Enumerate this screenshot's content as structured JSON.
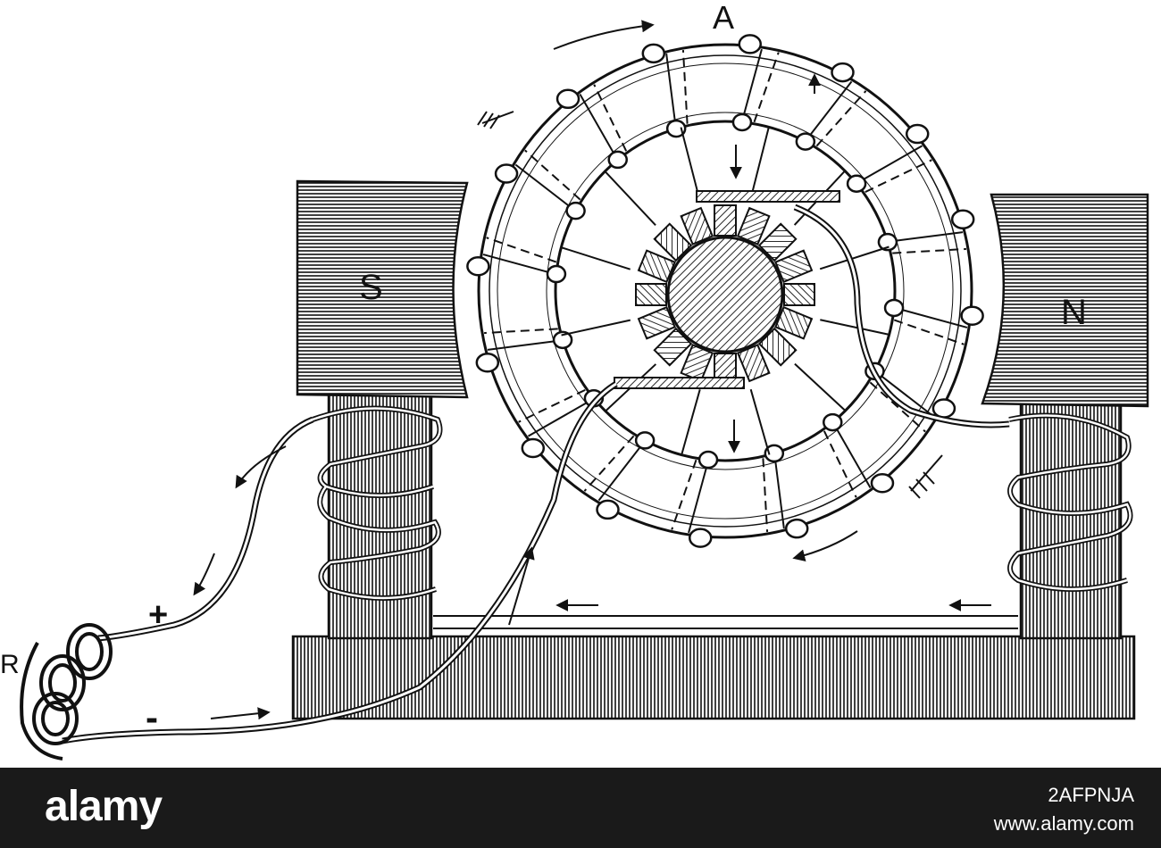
{
  "labels": {
    "armature": "A",
    "south_pole": "S",
    "north_pole": "N",
    "resistance": "R",
    "positive": "+",
    "negative": "-"
  },
  "footer": {
    "brand": "alamy",
    "image_id": "2AFPNJA",
    "url": "www.alamy.com"
  },
  "colors": {
    "ink": "#111111",
    "paper": "#ffffff",
    "footer_bg": "#1a1a1a",
    "footer_text": "#ffffff"
  }
}
